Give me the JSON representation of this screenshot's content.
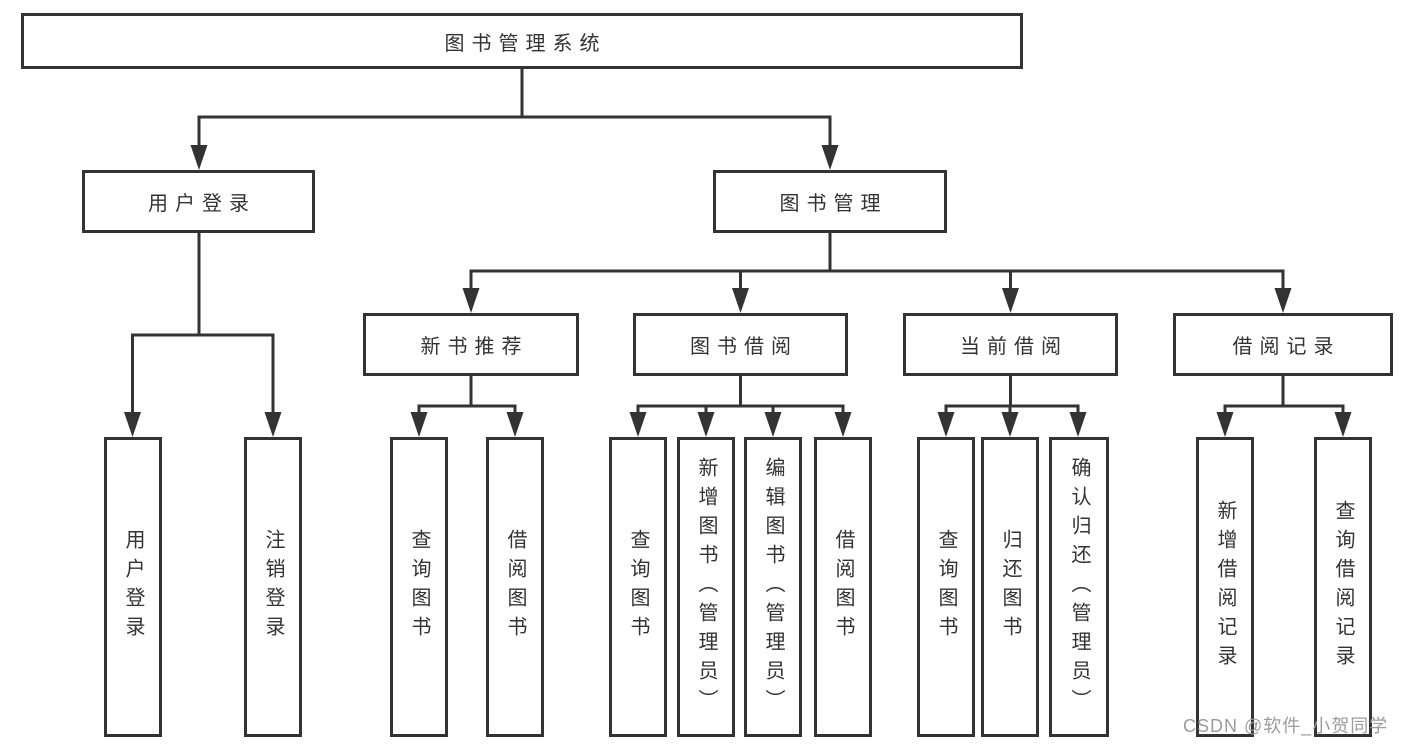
{
  "tree": {
    "label": "图书管理系统",
    "children": [
      {
        "label": "用户登录",
        "children": [
          {
            "label": "用户登录"
          },
          {
            "label": "注销登录"
          }
        ]
      },
      {
        "label": "图书管理",
        "children": [
          {
            "label": "新书推荐",
            "children": [
              {
                "label": "查询图书"
              },
              {
                "label": "借阅图书"
              }
            ]
          },
          {
            "label": "图书借阅",
            "children": [
              {
                "label": "查询图书"
              },
              {
                "label": "新增图书（管理员）"
              },
              {
                "label": "编辑图书（管理员）"
              },
              {
                "label": "借阅图书"
              }
            ]
          },
          {
            "label": "当前借阅",
            "children": [
              {
                "label": "查询图书"
              },
              {
                "label": "归还图书"
              },
              {
                "label": "确认归还（管理员）"
              }
            ]
          },
          {
            "label": "借阅记录",
            "children": [
              {
                "label": "新增借阅记录"
              },
              {
                "label": "查询借阅记录"
              }
            ]
          }
        ]
      }
    ]
  },
  "watermark": {
    "text": "CSDN @软件_小贺同学"
  },
  "colors": {
    "line": "#333333",
    "box_border": "#333333",
    "text": "#333333",
    "watermark_text": "#9c9c9c",
    "background": "#ffffff"
  }
}
